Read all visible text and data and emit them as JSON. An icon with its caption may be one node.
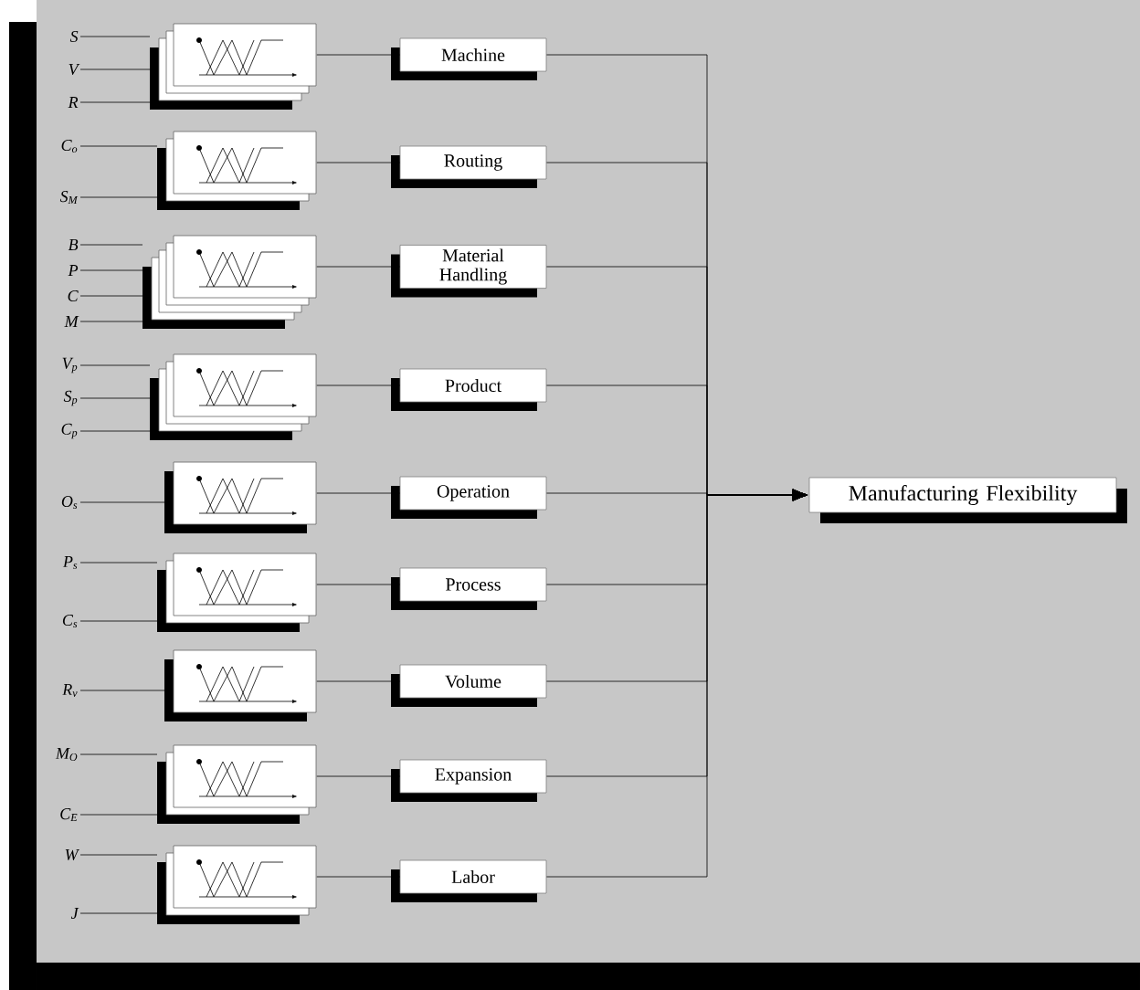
{
  "diagram": {
    "nodes": [
      {
        "text": [
          "S"
        ]
      },
      {
        "text": [
          "V"
        ]
      },
      {
        "text": [
          "R"
        ]
      },
      {
        "text": [],
        "shape": "box"
      },
      {
        "text": [
          "Machine"
        ]
      },
      {
        "text": [
          "C$_{o}$"
        ]
      },
      {
        "text": [
          "S$_{M}$"
        ]
      },
      {
        "text": [],
        "shape": "box"
      },
      {
        "text": [
          "Routing"
        ]
      },
      {
        "text": [
          "B"
        ]
      },
      {
        "text": [
          "P"
        ]
      },
      {
        "text": [
          "C"
        ]
      },
      {
        "text": [
          "M"
        ]
      },
      {
        "text": [],
        "shape": "box"
      },
      {
        "text": [
          "Material Handling"
        ]
      },
      {
        "text": [
          "V$_{p}$"
        ]
      },
      {
        "text": [
          "S$_{p}$"
        ]
      },
      {
        "text": [
          "C$_{p}$"
        ]
      },
      {
        "text": [],
        "shape": "box"
      },
      {
        "text": [
          "Product"
        ]
      },
      {
        "text": [
          "O$_{s}$"
        ]
      },
      {
        "text": [],
        "shape": "box"
      },
      {
        "text": [
          "Operation"
        ]
      },
      {
        "text": [
          "P$_{s}$"
        ]
      },
      {
        "text": [
          "C$_{s}$"
        ]
      },
      {
        "text": [],
        "shape": "box"
      },
      {
        "text": [
          "Process"
        ]
      },
      {
        "text": [
          "R$_{v}$"
        ]
      },
      {
        "text": [],
        "shape": "box"
      },
      {
        "text": [
          "Volume"
        ]
      },
      {
        "text": [
          "M$_{O}$"
        ]
      },
      {
        "text": [
          "C$_{E}$"
        ]
      },
      {
        "text": [],
        "shape": "box"
      },
      {
        "text": [
          "Expansion"
        ]
      },
      {
        "text": [
          "W"
        ]
      },
      {
        "text": [
          "J"
        ]
      },
      {
        "text": [],
        "shape": "box"
      },
      {
        "text": [
          "Labor"
        ]
      },
      {
        "text": [
          "Manufacturing Flexibility"
        ]
      }
    ],
    "edges": [
      {
        "from": 0,
        "to": 3,
        "arrow": "none"
      },
      {
        "from": 1,
        "to": 3,
        "arrow": "none"
      },
      {
        "from": 2,
        "to": 3,
        "arrow": "none"
      },
      {
        "from": 3,
        "to": 4,
        "arrow": "none"
      },
      {
        "from": 5,
        "to": 7,
        "arrow": "none"
      },
      {
        "from": 6,
        "to": 7,
        "arrow": "none"
      },
      {
        "from": 7,
        "to": 8,
        "arrow": "none"
      },
      {
        "from": 9,
        "to": 13,
        "arrow": "none"
      },
      {
        "from": 10,
        "to": 13,
        "arrow": "none"
      },
      {
        "from": 11,
        "to": 13,
        "arrow": "none"
      },
      {
        "from": 12,
        "to": 13,
        "arrow": "none"
      },
      {
        "from": 13,
        "to": 14,
        "arrow": "none"
      },
      {
        "from": 15,
        "to": 18,
        "arrow": "none"
      },
      {
        "from": 16,
        "to": 18,
        "arrow": "none"
      },
      {
        "from": 17,
        "to": 18,
        "arrow": "none"
      },
      {
        "from": 18,
        "to": 19,
        "arrow": "none"
      },
      {
        "from": 20,
        "to": 21,
        "arrow": "none"
      },
      {
        "from": 21,
        "to": 22,
        "arrow": "none"
      },
      {
        "from": 23,
        "to": 25,
        "arrow": "none"
      },
      {
        "from": 24,
        "to": 25,
        "arrow": "none"
      },
      {
        "from": 25,
        "to": 26,
        "arrow": "none"
      },
      {
        "from": 27,
        "to": 28,
        "arrow": "none"
      },
      {
        "from": 28,
        "to": 29,
        "arrow": "none"
      },
      {
        "from": 30,
        "to": 32,
        "arrow": "none"
      },
      {
        "from": 31,
        "to": 32,
        "arrow": "none"
      },
      {
        "from": 32,
        "to": 33,
        "arrow": "none"
      },
      {
        "from": 34,
        "to": 36,
        "arrow": "none"
      },
      {
        "from": 35,
        "to": 36,
        "arrow": "none"
      },
      {
        "from": 36,
        "to": 37,
        "arrow": "none"
      },
      {
        "from": 4,
        "to": 38,
        "arrow": "to"
      },
      {
        "from": 8,
        "to": 38,
        "arrow": "to"
      },
      {
        "from": 14,
        "to": 38,
        "arrow": "to"
      },
      {
        "from": 19,
        "to": 38,
        "arrow": "to"
      },
      {
        "from": 22,
        "to": 38,
        "arrow": "to"
      },
      {
        "from": 26,
        "to": 38,
        "arrow": "to"
      },
      {
        "from": 29,
        "to": 38,
        "arrow": "to"
      },
      {
        "from": 33,
        "to": 38,
        "arrow": "to"
      },
      {
        "from": 37,
        "to": 38,
        "arrow": "to"
      }
    ]
  }
}
